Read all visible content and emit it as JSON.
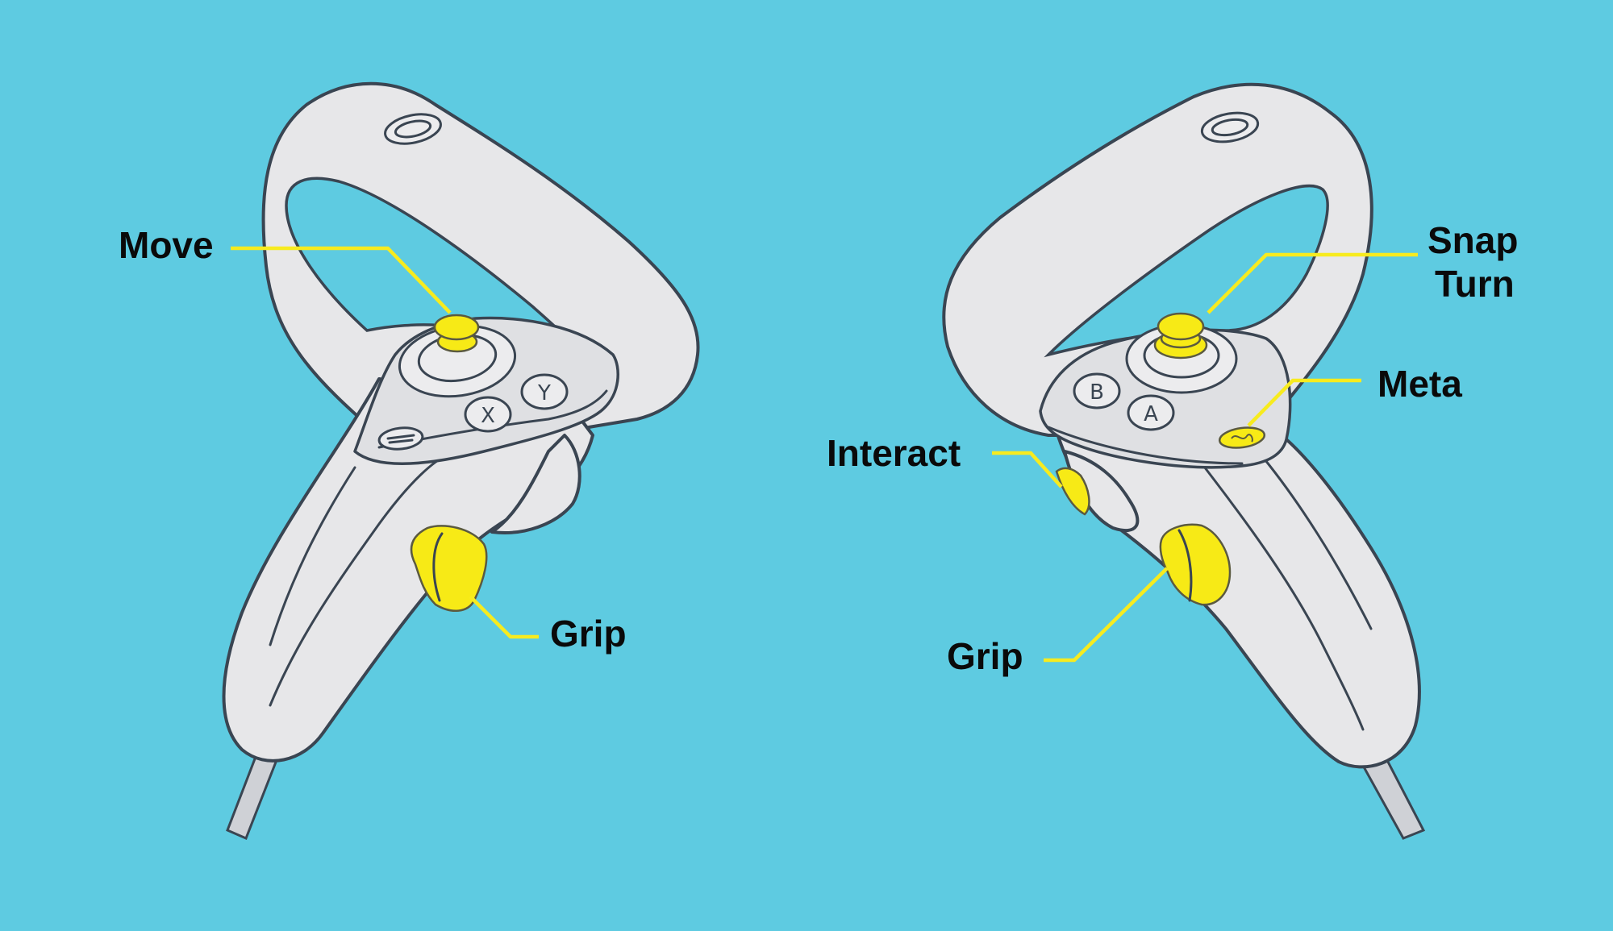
{
  "background": "#5ecbe1",
  "highlight_color": "#f7eb1f",
  "left_controller": {
    "labels": {
      "move": "Move",
      "grip": "Grip"
    },
    "button_glyphs": {
      "x": "X",
      "y": "Y"
    }
  },
  "right_controller": {
    "labels": {
      "snap_turn_line1": "Snap",
      "snap_turn_line2": "Turn",
      "meta": "Meta",
      "interact": "Interact",
      "grip": "Grip"
    },
    "button_glyphs": {
      "a": "A",
      "b": "B"
    }
  }
}
